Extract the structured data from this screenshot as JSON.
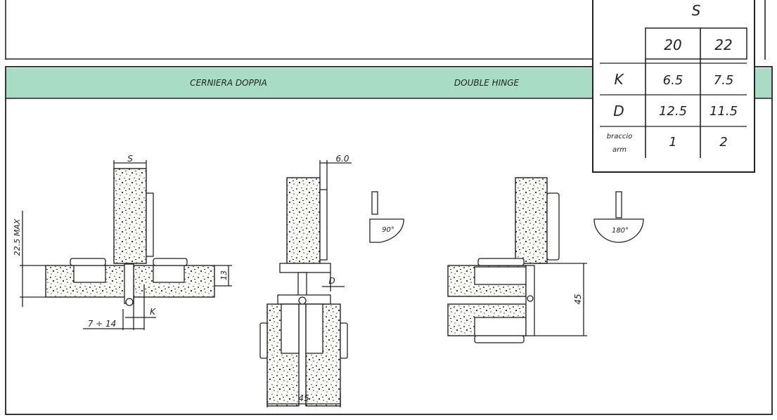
{
  "header": {
    "title_it": "CERNIERA DOPPIA",
    "title_en": "DOUBLE HINGE",
    "band_color": "#a8dcc4"
  },
  "spec_table": {
    "column_group_label": "S",
    "columns": [
      "20",
      "22"
    ],
    "rows": [
      {
        "label": "K",
        "values": [
          "6.5",
          "7.5"
        ]
      },
      {
        "label": "D",
        "values": [
          "12.5",
          "11.5"
        ]
      },
      {
        "label": "braccio",
        "label_en": "arm",
        "values": [
          "1",
          "2"
        ]
      }
    ]
  },
  "drawing_1": {
    "dim_s": "S",
    "dim_height": "22.5 MAX",
    "dim_panel": "13",
    "dim_k": "K",
    "dim_range": "7 ÷ 14"
  },
  "drawing_2": {
    "dim_offset": "6.0",
    "dim_d": "D",
    "dim_width": "45",
    "angle_label": "90°"
  },
  "drawing_3": {
    "dim_height": "45",
    "angle_label": "180°"
  }
}
